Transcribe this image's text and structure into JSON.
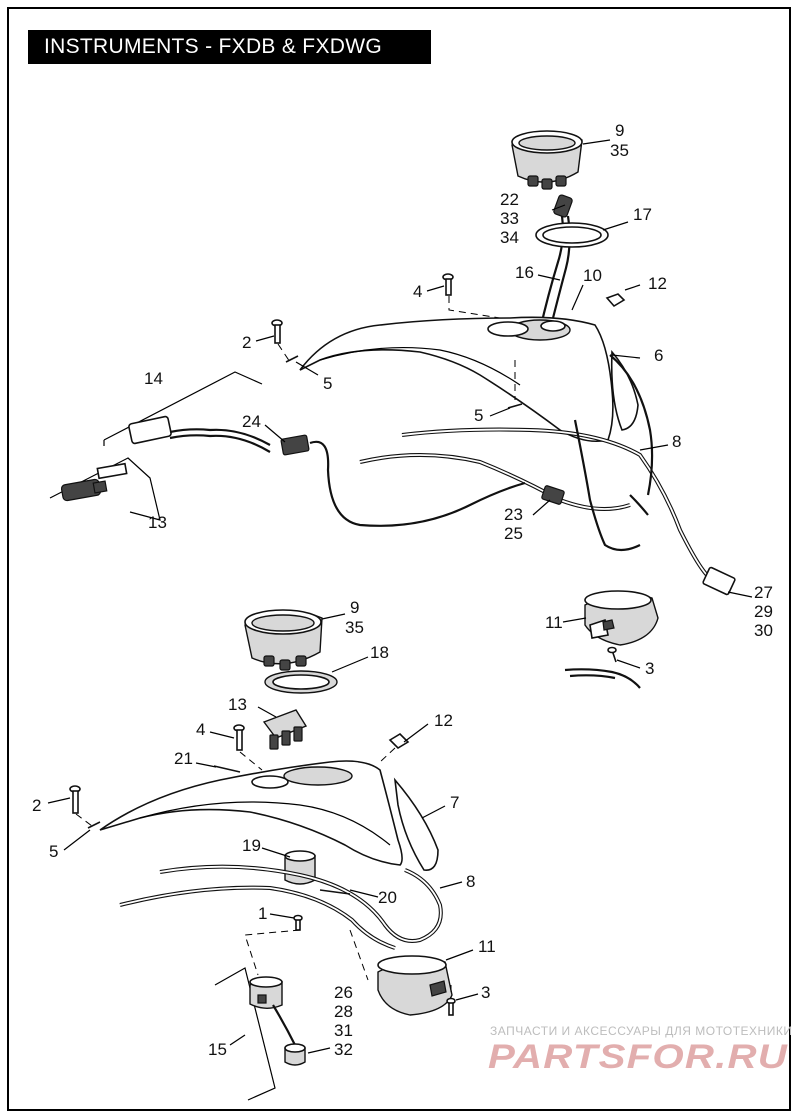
{
  "title": "INSTRUMENTS - FXDB & FXDWG",
  "callouts": {
    "c9a": "9",
    "c35a": "35",
    "c22": "22",
    "c33": "33",
    "c34": "34",
    "c17": "17",
    "c16": "16",
    "c10": "10",
    "c4a": "4",
    "c12a": "12",
    "c2a": "2",
    "c5a": "5",
    "c6": "6",
    "c14": "14",
    "c24": "24",
    "c5b": "5",
    "c8a": "8",
    "c13a": "13",
    "c23": "23",
    "c25": "25",
    "c27": "27",
    "c29": "29",
    "c30": "30",
    "c11a": "11",
    "c3a": "3",
    "c9b": "9",
    "c35b": "35",
    "c18": "18",
    "c13b": "13",
    "c4b": "4",
    "c12b": "12",
    "c21": "21",
    "c2b": "2",
    "c7": "7",
    "c5c": "5",
    "c19": "19",
    "c20": "20",
    "c8b": "8",
    "c1": "1",
    "c11b": "11",
    "c26": "26",
    "c28": "28",
    "c31": "31",
    "c3b": "3",
    "c15": "15",
    "c32": "32"
  },
  "watermark": {
    "tagline": "ЗАПЧАСТИ И АКСЕССУАРЫ ДЛЯ МОТОТЕХНИКИ",
    "logo": "PARTSFOR.RU"
  }
}
